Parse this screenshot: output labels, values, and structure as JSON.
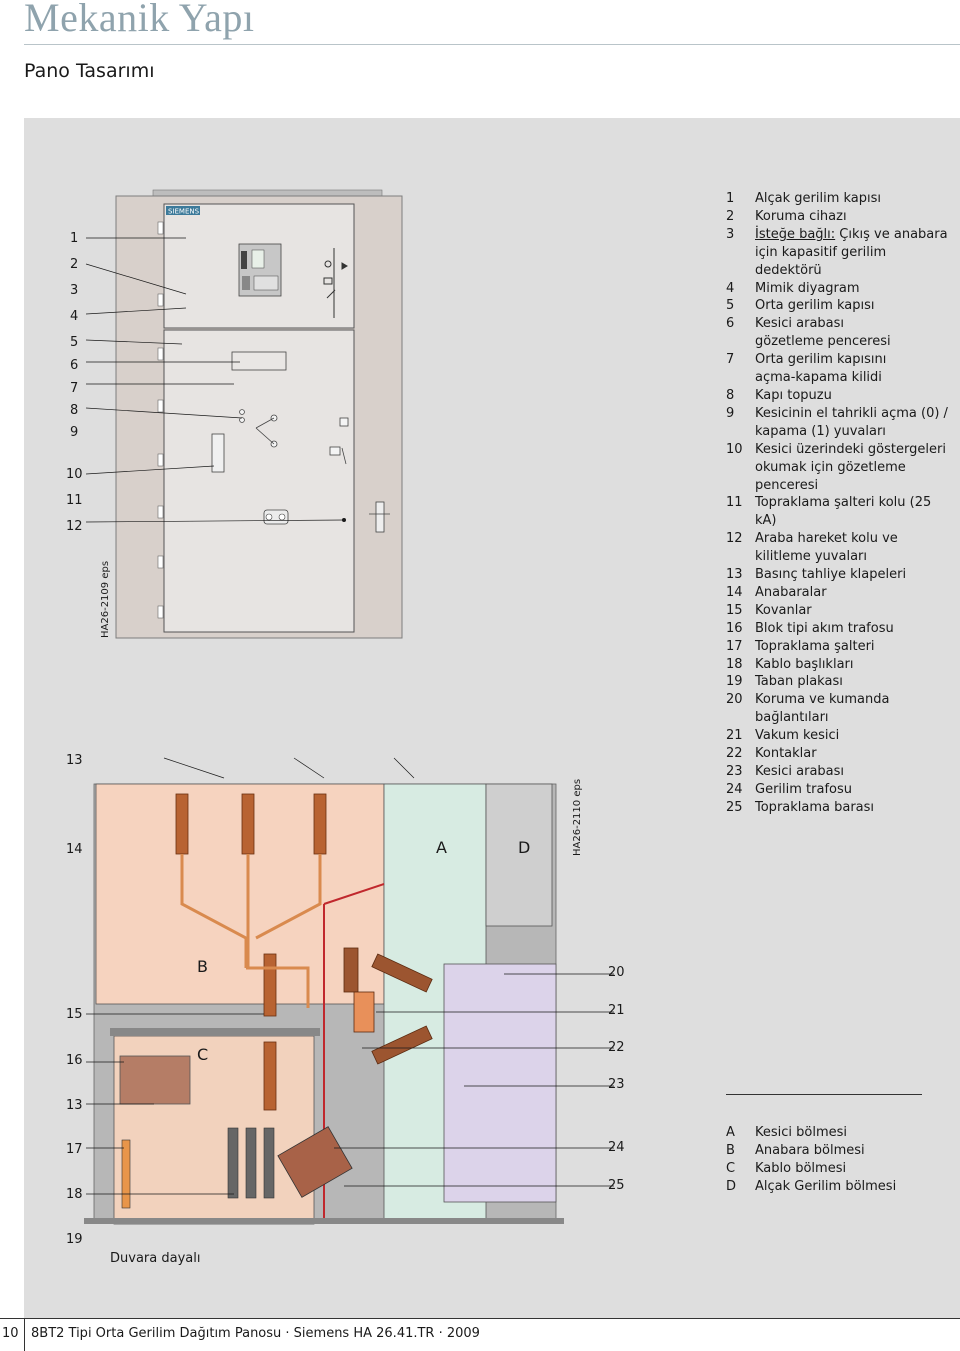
{
  "page": {
    "title": "Mekanik Yapı",
    "subtitle": "Pano Tasarımı",
    "page_number": "10",
    "footer": "8BT2 Tipi Orta Gerilim Dağıtım Panosu · Siemens HA 26.41.TR · 2009",
    "wall_note": "Duvara dayalı"
  },
  "figure_top": {
    "eps_label": "HA26-2109 eps",
    "brand": "SIEMENS",
    "callouts": [
      "1",
      "2",
      "3",
      "4",
      "5",
      "6",
      "7",
      "8",
      "9",
      "10",
      "11",
      "12",
      "13"
    ]
  },
  "figure_bottom": {
    "eps_label": "HA26-2110 eps",
    "left_callouts": [
      "14",
      "15",
      "16",
      "13",
      "17",
      "18",
      "19"
    ],
    "right_callouts": [
      "20",
      "21",
      "22",
      "23",
      "24",
      "25"
    ],
    "compartments": {
      "a": "A",
      "b": "B",
      "c": "C",
      "d": "D"
    }
  },
  "legend": [
    {
      "k": "1",
      "v": "Alçak gerilim kapısı"
    },
    {
      "k": "2",
      "v": "Koruma cihazı"
    },
    {
      "k": "3",
      "v_underline": "İsteğe bağlı:",
      "v": " Çıkış ve anabara"
    },
    {
      "k": "",
      "v": "için kapasitif gerilim dedektörü"
    },
    {
      "k": "4",
      "v": "Mimik diyagram"
    },
    {
      "k": "5",
      "v": "Orta gerilim kapısı"
    },
    {
      "k": "6",
      "v": "Kesici arabası"
    },
    {
      "k": "",
      "v": "gözetleme penceresi"
    },
    {
      "k": "7",
      "v": "Orta gerilim kapısını"
    },
    {
      "k": "",
      "v": "açma-kapama kilidi"
    },
    {
      "k": "8",
      "v": "Kapı topuzu"
    },
    {
      "k": "9",
      "v": "Kesicinin el tahrikli açma (0) /"
    },
    {
      "k": "",
      "v": "kapama (1) yuvaları"
    },
    {
      "k": "10",
      "v": "Kesici üzerindeki göstergeleri"
    },
    {
      "k": "",
      "v": "okumak için gözetleme"
    },
    {
      "k": "",
      "v": "penceresi"
    },
    {
      "k": "11",
      "v": "Topraklama şalteri kolu (25 kA)"
    },
    {
      "k": "12",
      "v": "Araba hareket kolu ve"
    },
    {
      "k": "",
      "v": "kilitleme yuvaları"
    },
    {
      "k": "13",
      "v": "Basınç tahliye klapeleri"
    },
    {
      "k": "14",
      "v": "Anabaralar"
    },
    {
      "k": "15",
      "v": "Kovanlar"
    },
    {
      "k": "16",
      "v": "Blok tipi akım trafosu"
    },
    {
      "k": "17",
      "v": "Topraklama şalteri"
    },
    {
      "k": "18",
      "v": "Kablo başlıkları"
    },
    {
      "k": "19",
      "v": "Taban plakası"
    },
    {
      "k": "20",
      "v": "Koruma ve kumanda"
    },
    {
      "k": "",
      "v": "bağlantıları"
    },
    {
      "k": "21",
      "v": "Vakum kesici"
    },
    {
      "k": "22",
      "v": "Kontaklar"
    },
    {
      "k": "23",
      "v": "Kesici arabası"
    },
    {
      "k": "24",
      "v": "Gerilim trafosu"
    },
    {
      "k": "25",
      "v": "Topraklama barası"
    }
  ],
  "legend2": [
    {
      "k": "A",
      "v": "Kesici bölmesi"
    },
    {
      "k": "B",
      "v": "Anabara bölmesi"
    },
    {
      "k": "C",
      "v": "Kablo bölmesi"
    },
    {
      "k": "D",
      "v": "Alçak Gerilim bölmesi"
    }
  ],
  "colors": {
    "title": "#8fa3ad",
    "panel_bg": "#dedede",
    "busbar_compartment": "#f6d3bf",
    "copper": "#d98a4e",
    "breaker_compartment": "#d7ebe2",
    "lv_compartment": "#cfcfcf",
    "trolley": "#dcd3ea",
    "bushing": "#9c5530",
    "red_line": "#c0282d"
  }
}
